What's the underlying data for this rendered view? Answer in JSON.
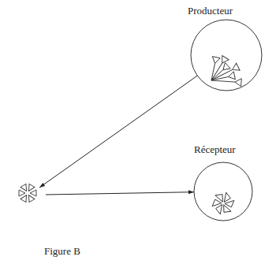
{
  "diagram": {
    "caption": "Figure B",
    "nodes": [
      {
        "text": [
          "Producteur"
        ]
      },
      {
        "text": [
          "Récepteur"
        ]
      }
    ],
    "edges": [
      {
        "from": 0,
        "to": 1,
        "arrow": "to"
      }
    ]
  }
}
